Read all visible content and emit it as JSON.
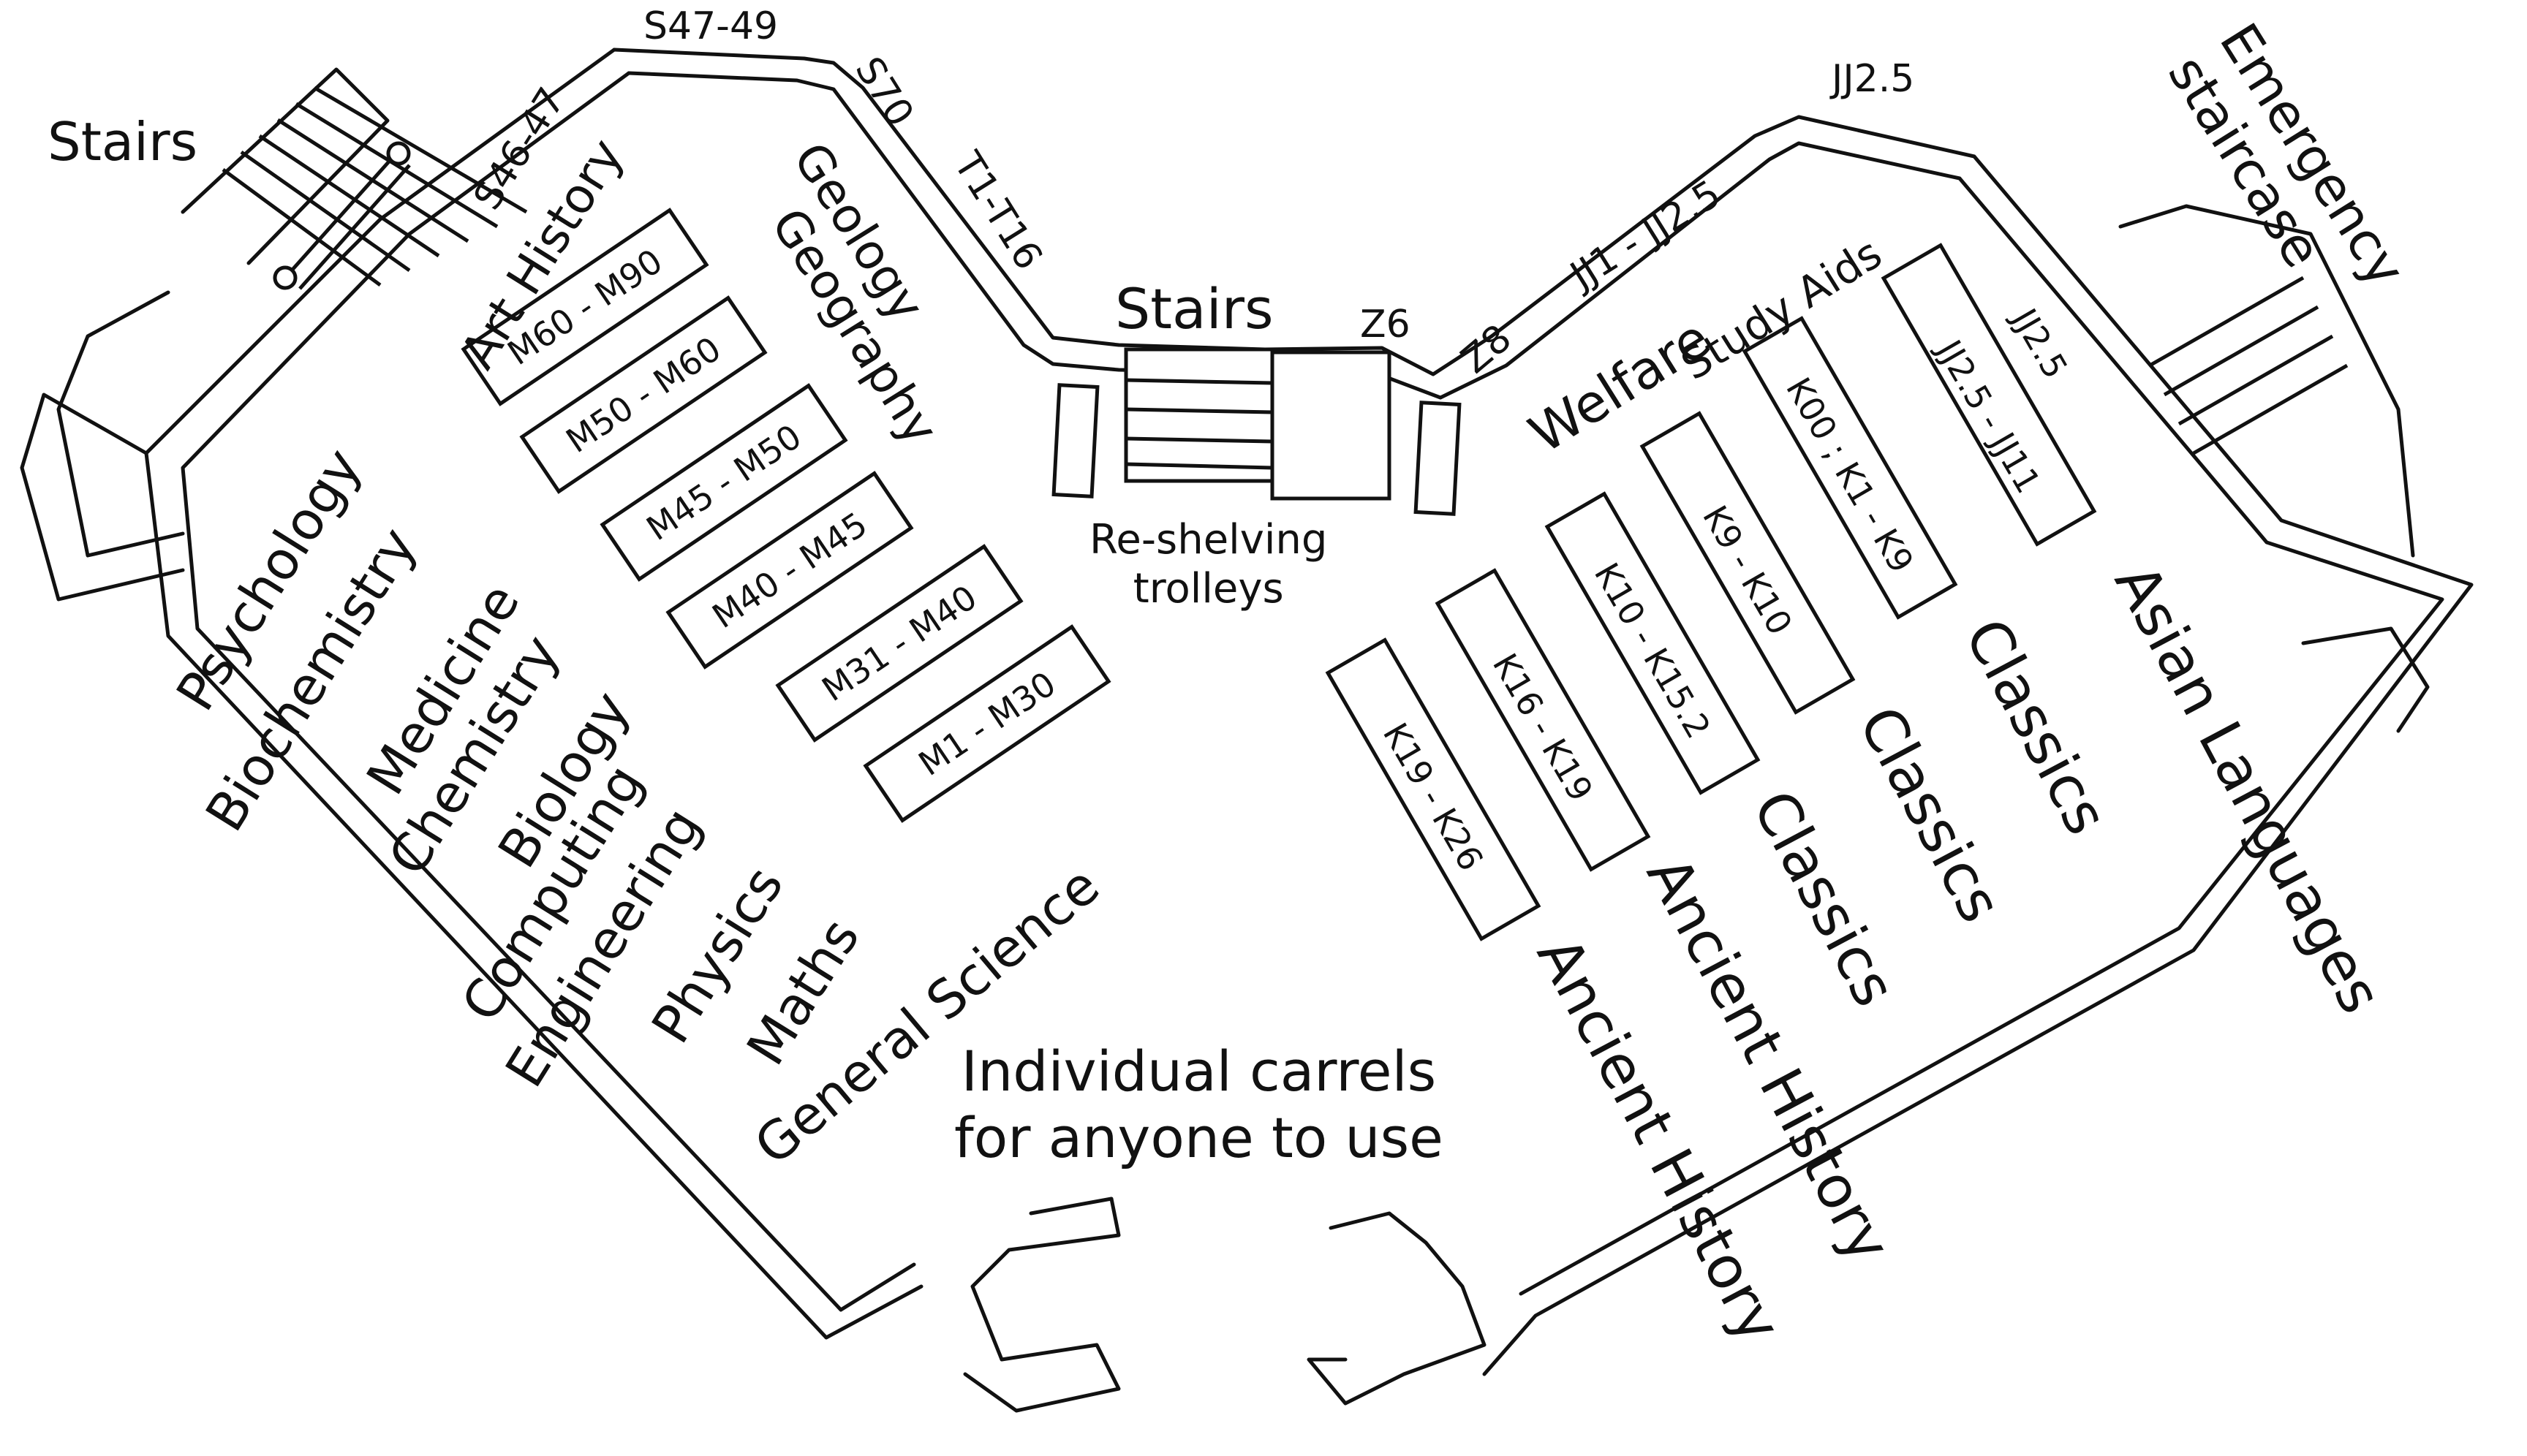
{
  "labels": {
    "stairs_left": "Stairs",
    "s46_47": "S46-47",
    "s47_49": "S47-49",
    "s70": "S70",
    "t1_t16": "T1-T16",
    "stairs_center": "Stairs",
    "z6": "Z6",
    "z8": "Z8",
    "jj1_jj25": "JJ1 - JJ2.5",
    "jj25_top": "JJ2.5",
    "emergency_staircase": "Emergency\nstaircase",
    "art_history": "Art History",
    "geology": "Geology",
    "geography": "Geography",
    "psychology": "Psychology",
    "biochemistry": "Biochemistry",
    "medicine": "Medicine",
    "chemistry": "Chemistry",
    "biology": "Biology",
    "computing": "Computing",
    "engineering": "Engineering",
    "physics": "Physics",
    "maths": "Maths",
    "general_science": "General Science",
    "reshelving": "Re-shelving\ntrolleys",
    "carrels": "Individual carrels\nfor anyone to use",
    "welfare": "Welfare",
    "study_aids": "Study Aids",
    "classics_1": "Classics",
    "classics_2": "Classics",
    "classics_3": "Classics",
    "asian_languages": "Asian Languages",
    "ancient_history_1": "Ancient History",
    "ancient_history_2": "Ancient History"
  },
  "shelves_left": [
    "M60 - M90",
    "M50 - M60",
    "M45 - M50",
    "M40 - M45",
    "M31 - M40",
    "M1 - M30"
  ],
  "shelves_right": [
    "JJ2.5",
    "JJ2.5 - JJ11",
    "K00 ; K1 - K9",
    "K9 - K10",
    "K10 - K15.2",
    "K16 - K19",
    "K19 - K26"
  ]
}
